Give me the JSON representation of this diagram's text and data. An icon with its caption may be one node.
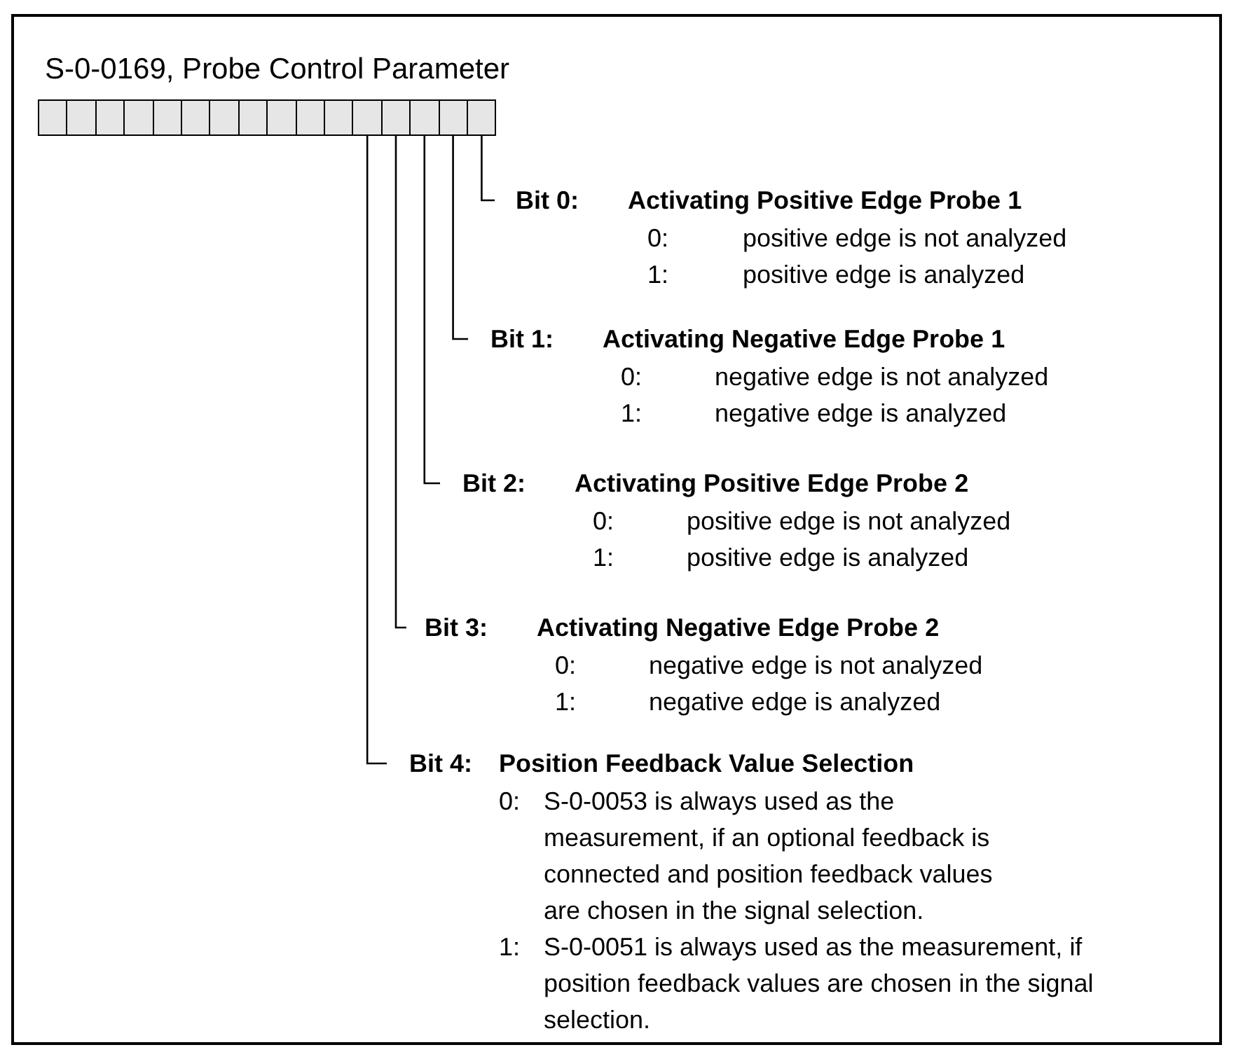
{
  "diagram": {
    "nodes": [
      {
        "text": [
          "S-0-0169, Probe Control Parameter"
        ]
      },
      {
        "text": [],
        "shape": "box",
        "in": 0
      },
      {
        "text": [],
        "shape": "box",
        "in": 0
      },
      {
        "text": [],
        "shape": "box",
        "in": 0
      },
      {
        "text": [],
        "shape": "box",
        "in": 0
      },
      {
        "text": [],
        "shape": "box",
        "in": 0
      },
      {
        "text": [],
        "shape": "box",
        "in": 0
      },
      {
        "text": [],
        "shape": "box",
        "in": 0
      },
      {
        "text": [],
        "shape": "box",
        "in": 0
      },
      {
        "text": [],
        "shape": "box",
        "in": 0
      },
      {
        "text": [],
        "shape": "box",
        "in": 0
      },
      {
        "text": [],
        "shape": "box",
        "in": 0
      },
      {
        "text": [],
        "shape": "box",
        "in": 0
      },
      {
        "text": [],
        "shape": "box",
        "in": 0
      },
      {
        "text": [],
        "shape": "box",
        "in": 0
      },
      {
        "text": [],
        "shape": "box",
        "in": 0
      },
      {
        "text": [],
        "shape": "box",
        "in": 0
      },
      {
        "text": [
          "Bit 0:",
          "Activating Positive Edge Probe 1",
          "0:",
          "positive edge is not analyzed",
          "1:",
          "positive edge is analyzed"
        ],
        "in": 0
      },
      {
        "text": [
          "Bit 1:",
          "Activating Negative Edge Probe 1",
          "0:",
          "negative edge is not analyzed",
          "1:",
          "negative edge is analyzed"
        ],
        "in": 0
      },
      {
        "text": [
          "Bit 2:",
          "Activating Positive Edge Probe 2",
          "0:",
          "positive edge is not analyzed",
          "1:",
          "positive edge is analyzed"
        ],
        "in": 0
      },
      {
        "text": [
          "Bit 3:",
          "Activating Negative Edge Probe 2",
          "0:",
          "negative edge is not analyzed",
          "1:",
          "negative edge is analyzed"
        ],
        "in": 0
      },
      {
        "text": [
          "Bit 4:",
          "Position Feedback Value Selection",
          "0:",
          "S-0-0053 is always used as the measurement, if an optional feedback is connected and position feedback values are chosen in the signal selection.",
          "1:",
          "S-0-0051 is always used as the measurement, if position feedback values are chosen in the signal selection."
        ],
        "in": 0
      }
    ],
    "edges": [
      {
        "from": 16,
        "to": 17,
        "arrow": "none"
      },
      {
        "from": 15,
        "to": 18,
        "arrow": "none"
      },
      {
        "from": 14,
        "to": 19,
        "arrow": "none"
      },
      {
        "from": 13,
        "to": 20,
        "arrow": "none"
      },
      {
        "from": 12,
        "to": 21,
        "arrow": "none"
      }
    ]
  }
}
